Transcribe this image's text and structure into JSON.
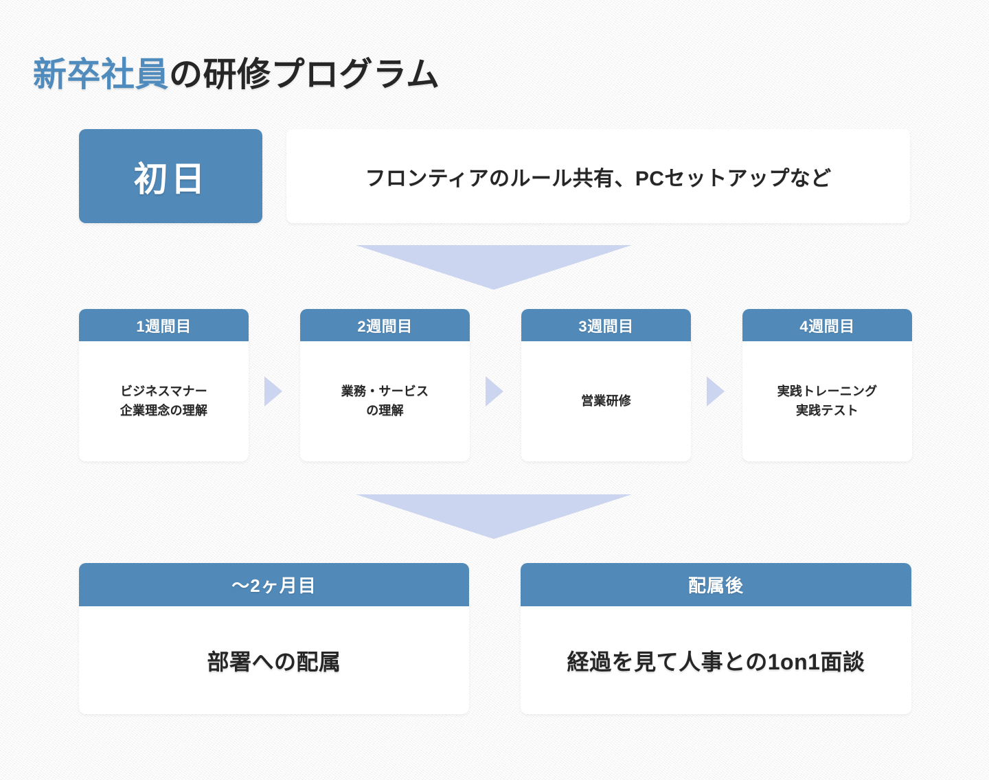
{
  "page": {
    "background_color": "#f2f2f2",
    "accent_color": "#5189b8",
    "arrow_color": "#ccd5ef",
    "text_color": "#262626"
  },
  "title": {
    "accent_text": "新卒社員",
    "rest_text": "の研修プログラム",
    "full_text": "新卒社員の研修プログラム"
  },
  "first_day": {
    "badge_label": "初日",
    "description": "フロンティアのルール共有、PCセットアップなど"
  },
  "weeks": [
    {
      "header": "1週間目",
      "line1": "ビジネスマナー",
      "line2": "企業理念の理解"
    },
    {
      "header": "2週間目",
      "line1": "業務・サービス",
      "line2": "の理解"
    },
    {
      "header": "3週間目",
      "line1": "営業研修",
      "line2": ""
    },
    {
      "header": "4週間目",
      "line1": "実践トレーニング",
      "line2": "実践テスト"
    }
  ],
  "outcomes": [
    {
      "header": "〜2ヶ月目",
      "body": "部署への配属"
    },
    {
      "header": "配属後",
      "body": "経過を見て人事との1on1面談"
    }
  ],
  "connectors": {
    "big_arrow_1": "down-arrow-icon",
    "big_arrow_2": "down-arrow-icon",
    "mini_arrow_1": "right-arrow-icon",
    "mini_arrow_2": "right-arrow-icon",
    "mini_arrow_3": "right-arrow-icon"
  }
}
